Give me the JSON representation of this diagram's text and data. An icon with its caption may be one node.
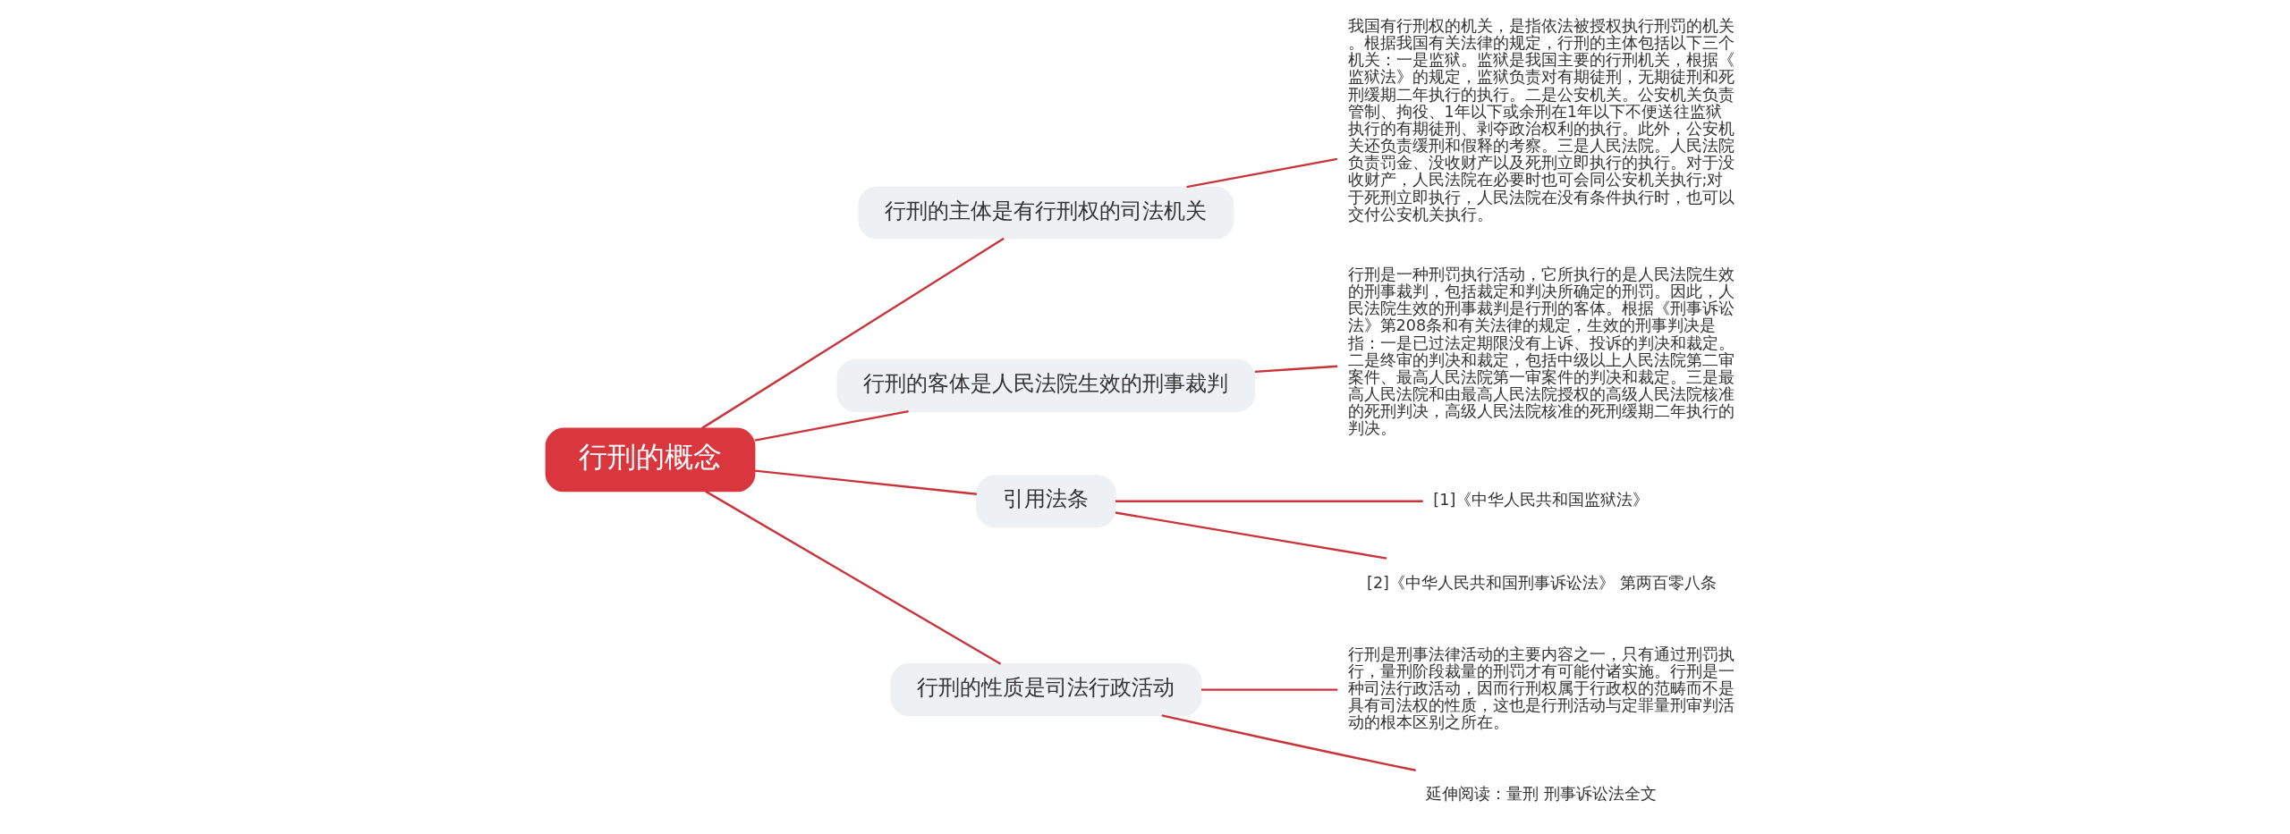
{
  "diagram": {
    "nodes": [
      {
        "text": [
          "行刑的概念"
        ]
      },
      {
        "text": [
          "行刑的主体是有行刑权的司法机关"
        ]
      },
      {
        "text": [
          "我国有行刑权的机关，是指依法被授权执行刑罚的机关。根据我国有关法律的规定，行刑的主体包括以下三个机关：一是监狱。监狱是我国主要的行刑机关，根据《监狱法》的规定，监狱负责对有期徒刑，无期徒刑和死刑缓期二年执行的执行。二是公安机关。公安机关负责管制、拘役、1年以下或余刑在1年以下不便送往监狱执行的有期徒刑、剥夺政治权利的执行。此外，公安机关还负责缓刑和假释的考察。三是人民法院。人民法院负责罚金、没收财产以及死刑立即执行的执行。对于没收财产，人民法院在必要时也可会同公安机关执行;对于死刑立即执行，人民法院在没有条件执行时，也可以交付公安机关执行。"
        ]
      },
      {
        "text": [
          "行刑的客体是人民法院生效的刑事裁判"
        ]
      },
      {
        "text": [
          "行刑是一种刑罚执行活动，它所执行的是人民法院生效的刑事裁判，包括裁定和判决所确定的刑罚。因此，人民法院生效的刑事裁判是行刑的客体。根据《刑事诉讼法》第208条和有关法律的规定，生效的刑事判决是指：一是已过法定期限没有上诉、投诉的判决和裁定。二是终审的判决和裁定，包括中级以上人民法院第二审案件、最高人民法院第一审案件的判决和裁定。三是最高人民法院和由最高人民法院授权的高级人民法院核准的死刑判决，高级人民法院核准的死刑缓期二年执行的判决。"
        ]
      },
      {
        "text": [
          "引用法条"
        ]
      },
      {
        "text": [
          "[1]《中华人民共和国监狱法》"
        ]
      },
      {
        "text": [
          "[2]《中华人民共和国刑事诉讼法》 第两百零八条"
        ]
      },
      {
        "text": [
          "行刑的性质是司法行政活动"
        ]
      },
      {
        "text": [
          "行刑是刑事法律活动的主要内容之一，只有通过刑罚执行，量刑阶段裁量的刑罚才有可能付诸实施。行刑是一种司法行政活动，因而行刑权属于行政权的范畴而不是具有司法权的性质，这也是行刑活动与定罪量刑审判活动的根本区别之所在。"
        ]
      },
      {
        "text": [
          "延伸阅读：量刑 刑事诉讼法全文"
        ]
      }
    ],
    "edges": [
      {
        "from": 0,
        "to": 1,
        "arrow": "none"
      },
      {
        "from": 1,
        "to": 2,
        "arrow": "none"
      },
      {
        "from": 0,
        "to": 3,
        "arrow": "none"
      },
      {
        "from": 3,
        "to": 4,
        "arrow": "none"
      },
      {
        "from": 0,
        "to": 5,
        "arrow": "none"
      },
      {
        "from": 5,
        "to": 6,
        "arrow": "none"
      },
      {
        "from": 5,
        "to": 7,
        "arrow": "none"
      },
      {
        "from": 0,
        "to": 8,
        "arrow": "none"
      },
      {
        "from": 8,
        "to": 9,
        "arrow": "none"
      },
      {
        "from": 8,
        "to": 10,
        "arrow": "none"
      }
    ]
  }
}
